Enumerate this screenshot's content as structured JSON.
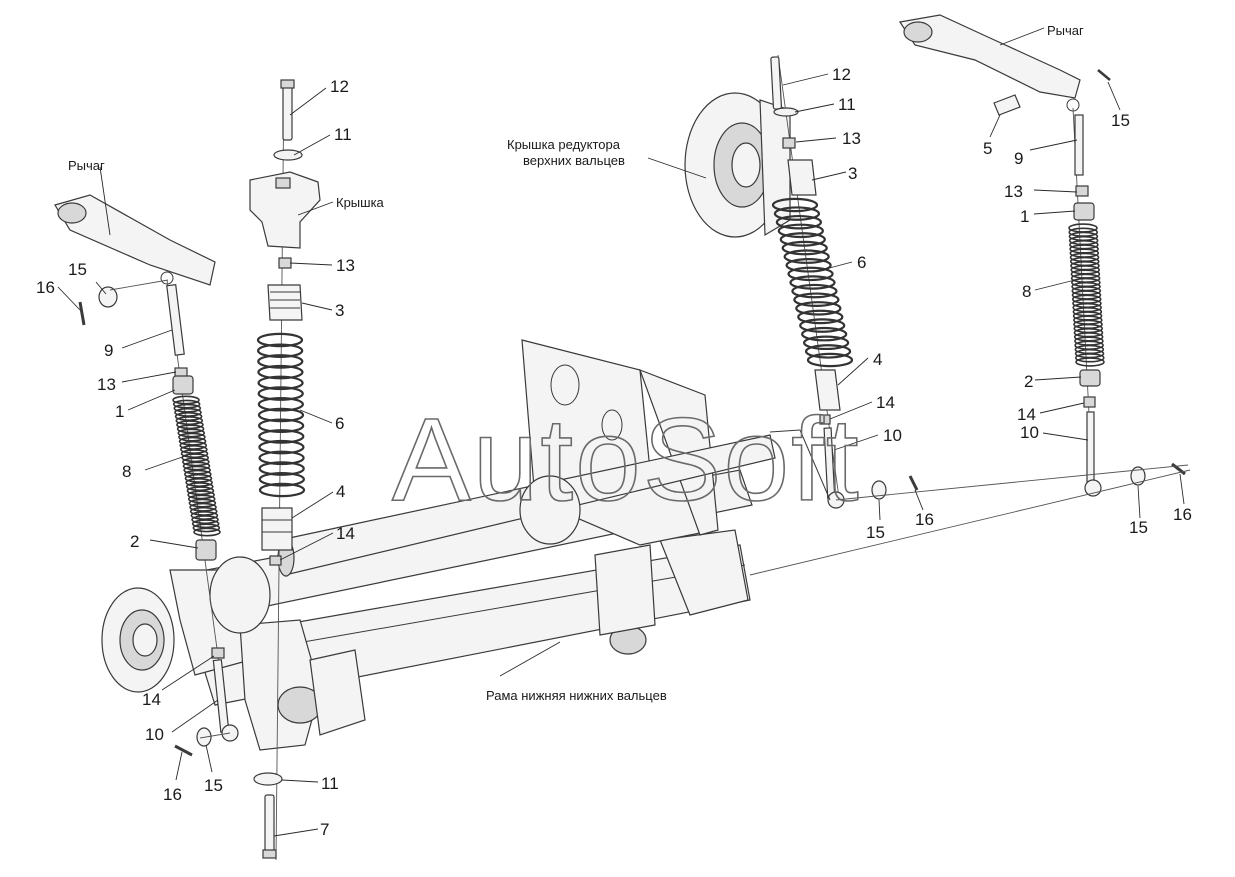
{
  "watermark": "AutoSoft",
  "text_labels": {
    "lever_left": "Рычаг",
    "lever_right": "Рычаг",
    "cover": "Крышка",
    "gearbox_cover_line1": "Крышка редуктора",
    "gearbox_cover_line2": "верхних вальцев",
    "lower_frame": "Рама нижняя нижних вальцев"
  },
  "callouts": {
    "l_16": "16",
    "l_15": "15",
    "l_9": "9",
    "l_13": "13",
    "l_1": "1",
    "l_8": "8",
    "l_2": "2",
    "l_14": "14",
    "l_10": "10",
    "l_bot_16": "16",
    "l_bot_15": "15",
    "c_12": "12",
    "c_11": "11",
    "c_13": "13",
    "c_3": "3",
    "c_6": "6",
    "c_4": "4",
    "c_14": "14",
    "c_11b": "11",
    "c_7": "7",
    "m_12": "12",
    "m_11": "11",
    "m_13": "13",
    "m_3": "3",
    "m_6": "6",
    "m_4": "4",
    "m_14": "14",
    "m_10": "10",
    "m_15": "15",
    "m_16": "16",
    "r_5": "5",
    "r_15": "15",
    "r_9": "9",
    "r_13": "13",
    "r_1": "1",
    "r_8": "8",
    "r_2": "2",
    "r_14": "14",
    "r_10": "10",
    "r_15b": "15",
    "r_16": "16"
  }
}
